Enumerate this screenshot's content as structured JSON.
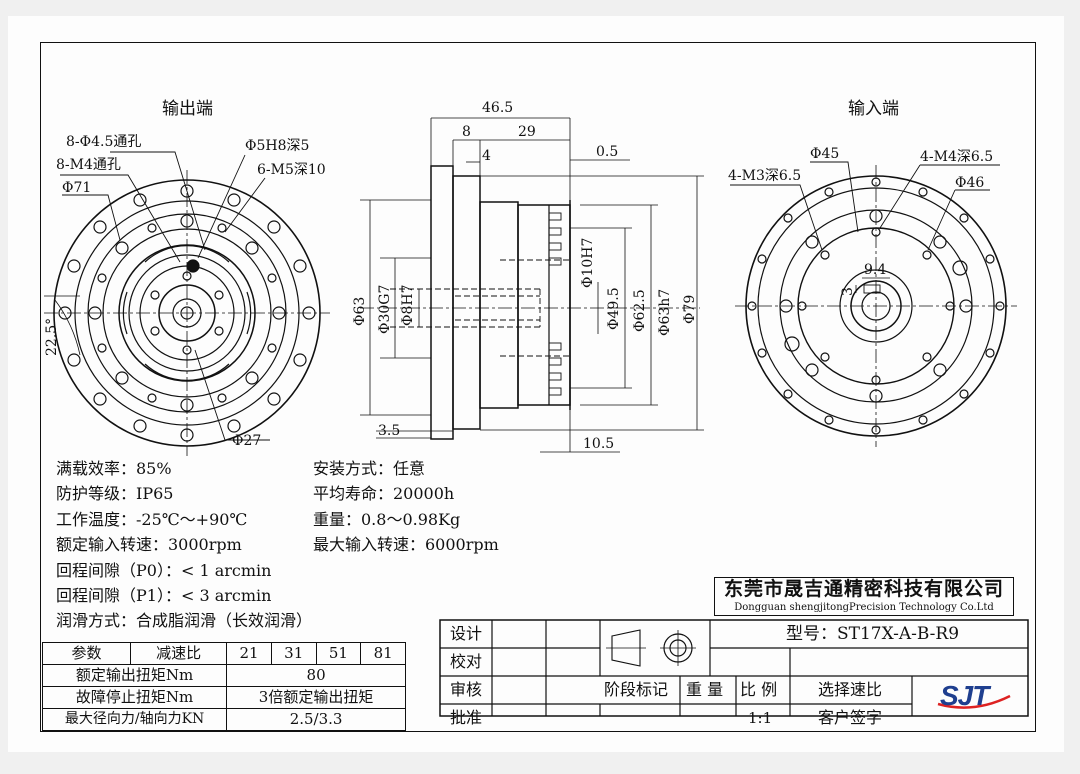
{
  "views": {
    "output_title": "输出端",
    "input_title": "输入端"
  },
  "output_dims": {
    "holes_through": "8-Φ4.5通孔",
    "m4_through": "8-M4通孔",
    "d71": "Φ71",
    "h8": "Φ5H8深5",
    "m5": "6-M5深10",
    "angle": "22.5°",
    "d27": "Φ27"
  },
  "side_dims": {
    "total": "46.5",
    "a": "8",
    "b": "29",
    "c": "4",
    "d": "0.5",
    "e": "3.5",
    "f": "10.5",
    "d63": "Φ63",
    "d30": "Φ30G7",
    "d8": "Φ8H7",
    "d10": "Φ10H7",
    "d49": "Φ49.5",
    "d62": "Φ62.5",
    "d63h7": "Φ63h7",
    "d79": "Φ79"
  },
  "input_dims": {
    "d45": "Φ45",
    "m4": "4-M4深6.5",
    "m3": "4-M3深6.5",
    "d46": "Φ46",
    "key": "9.4",
    "slot": "3"
  },
  "specs": {
    "efficiency": "满载效率：85%",
    "protection": "防护等级：IP65",
    "temperature": "工作温度：-25℃～+90℃",
    "rated_speed": "额定输入转速：3000rpm",
    "backlash_p0": "回程间隙（P0）：< 1 arcmin",
    "backlash_p1": "回程间隙（P1）：< 3 arcmin",
    "lubrication": "润滑方式：合成脂润滑（长效润滑）",
    "mounting": "安装方式：任意",
    "life": "平均寿命：20000h",
    "weight": "重量：0.8～0.98Kg",
    "max_speed": "最大输入转速：6000rpm"
  },
  "param_table": {
    "h_param": "参数",
    "h_ratio": "减速比",
    "ratios": [
      "21",
      "31",
      "51",
      "81"
    ],
    "rows": [
      {
        "label": "额定输出扭矩Nm",
        "value": "80"
      },
      {
        "label": "故障停止扭矩Nm",
        "value": "3倍额定输出扭矩"
      },
      {
        "label": "最大径向力/轴向力KN",
        "value": "2.5/3.3"
      }
    ]
  },
  "title_block": {
    "company_cn": "东莞市晟吉通精密科技有限公司",
    "company_en": "Dongguan shengjitongPrecision Technology Co.Ltd",
    "design": "设计",
    "check": "校对",
    "review": "审核",
    "approve": "批准",
    "model": "型号：ST17X-A-B-R9",
    "stage_mark": "阶段标记",
    "weight": "重 量",
    "scale": "比 例",
    "scale_value": "1:1",
    "select_ratio": "选择速比",
    "customer_sign": "客户签字",
    "logo": "SJT"
  }
}
